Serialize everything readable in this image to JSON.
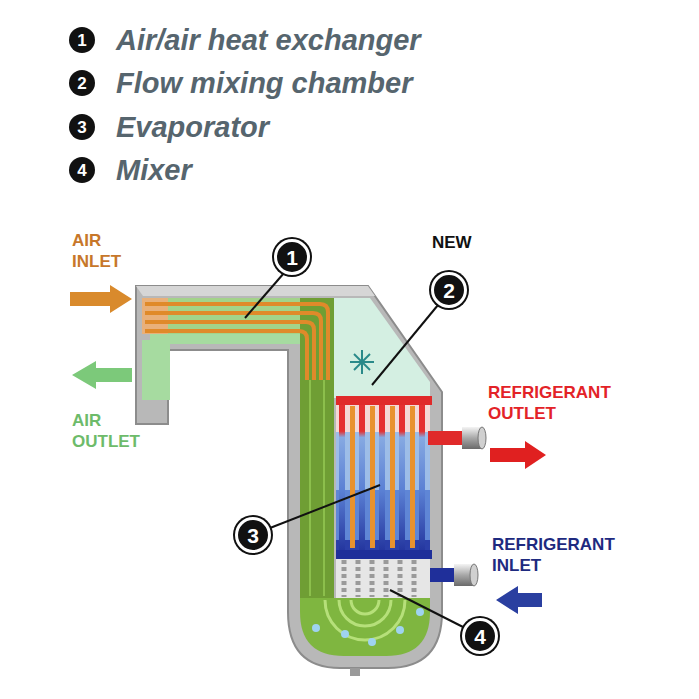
{
  "diagram": {
    "labels": [
      "1",
      "Air/air heat exchanger",
      "2",
      "Flow mixing chamber",
      "3",
      "Evaporator",
      "4",
      "Mixer",
      "AIR INLET",
      "AIR OUTLET",
      "NEW",
      "1",
      "2",
      "REFRIGERANT OUTLET",
      "3",
      "REFRIGERANT INLET",
      "4"
    ]
  }
}
